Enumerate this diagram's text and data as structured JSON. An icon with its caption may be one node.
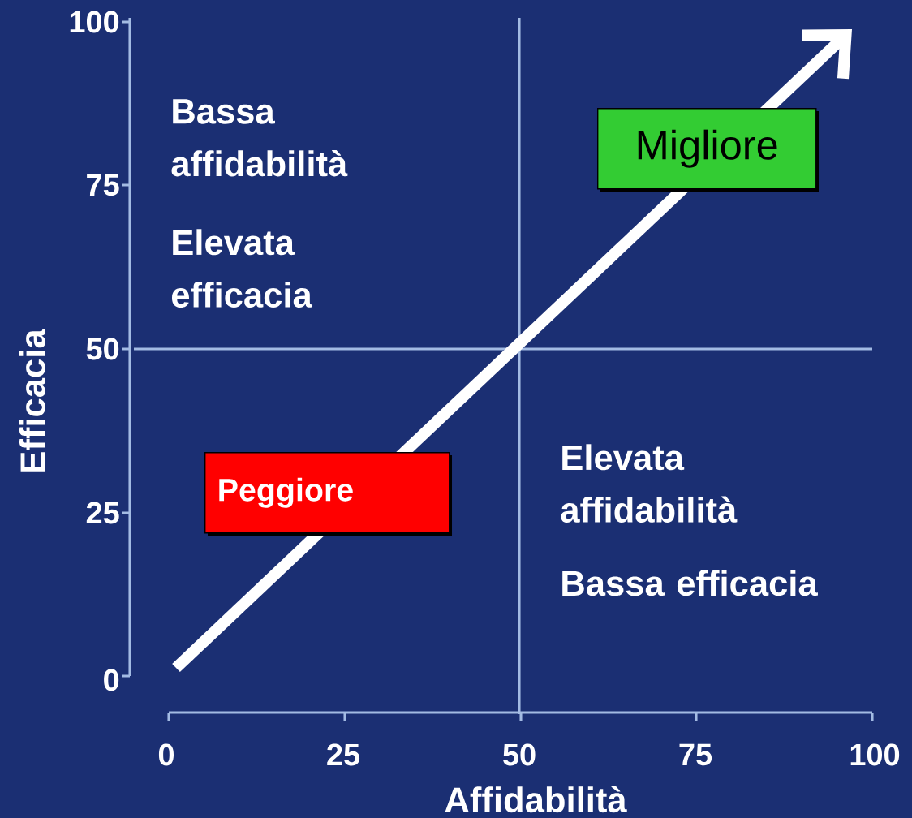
{
  "diagram": {
    "nodes": [
      {
        "text": [
          "Migliore"
        ]
      },
      {
        "text": [
          "Peggiore"
        ]
      }
    ],
    "labels": [
      "100",
      "75",
      "50",
      "25",
      "0",
      "Bassa affidabilità",
      "Elevata efficacia",
      "Efficacia",
      "Elevata affidabilità",
      "Bassa efficacia",
      "0",
      "25",
      "50",
      "75",
      "100",
      "Affidabilità"
    ]
  }
}
